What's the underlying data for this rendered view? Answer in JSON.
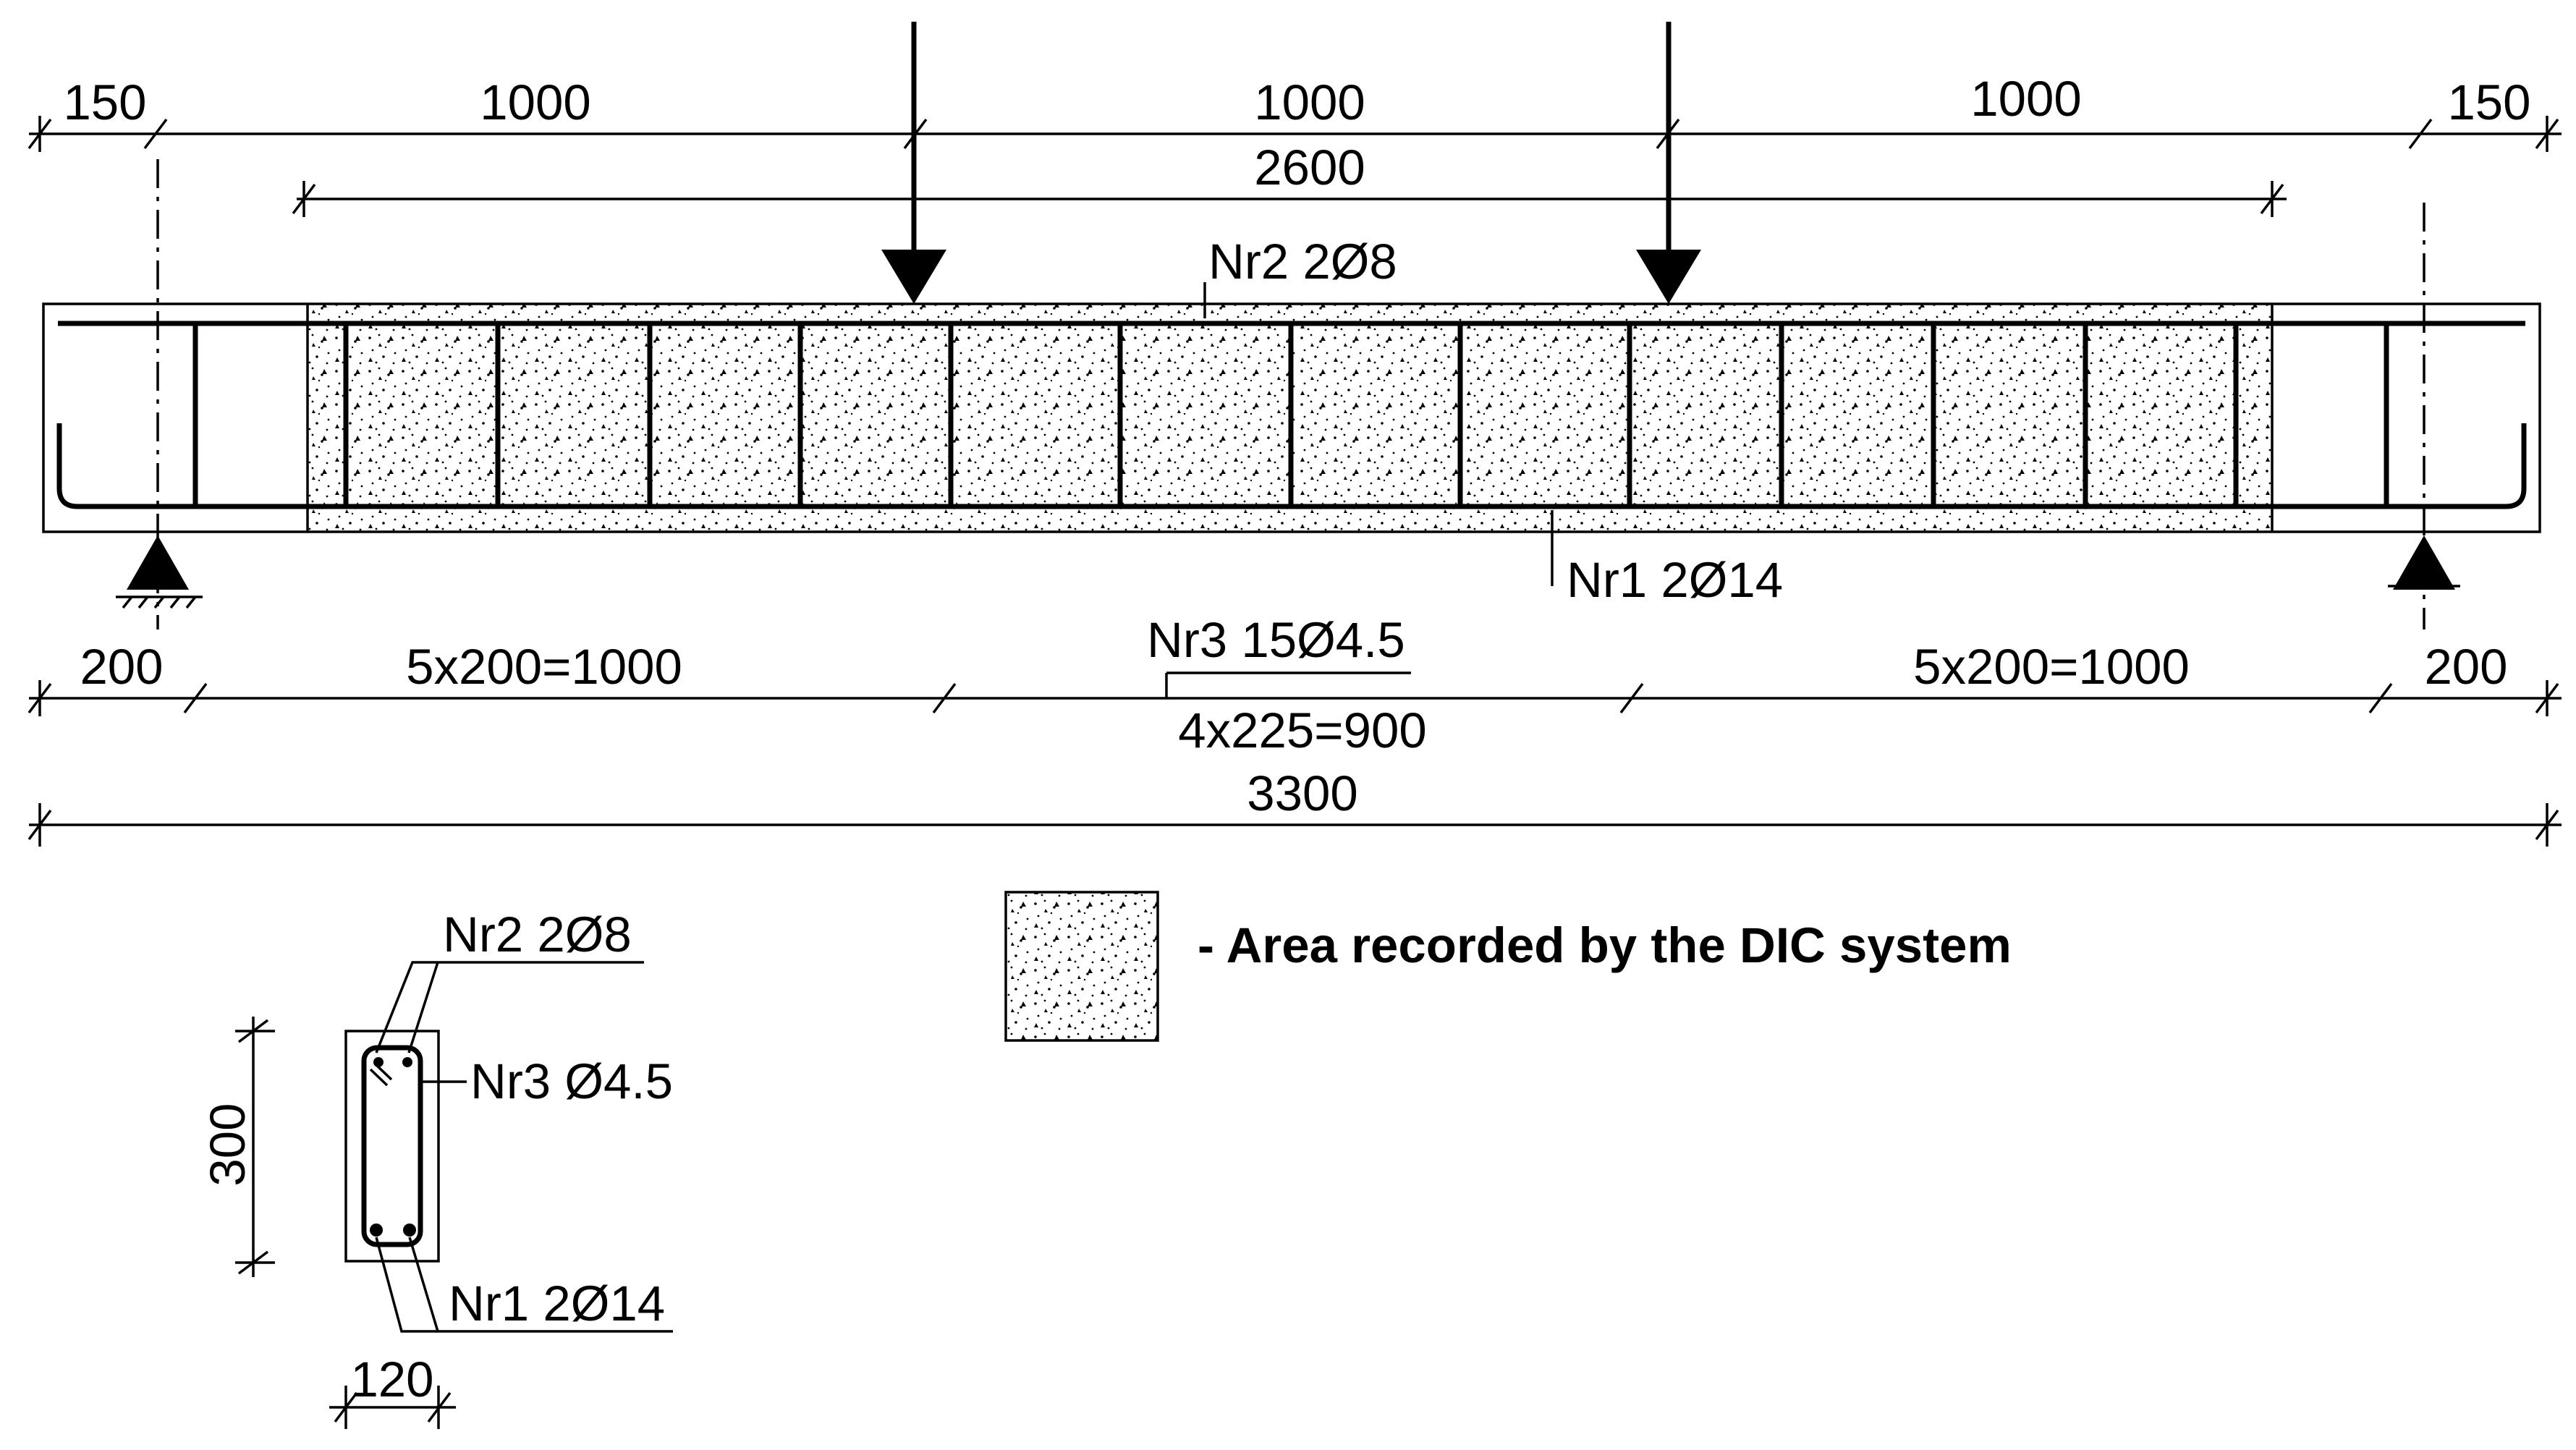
{
  "dimensions": {
    "top_150_left": "150",
    "top_1000_a": "1000",
    "top_1000_b": "1000",
    "top_1000_c": "1000",
    "top_150_right": "150",
    "span_2600": "2600",
    "bottom_200_left": "200",
    "stirrups_left": "5x200=1000",
    "stirrups_mid": "4x225=900",
    "stirrups_right": "5x200=1000",
    "bottom_200_right": "200",
    "total_3300": "3300",
    "section_height": "300",
    "section_width": "120"
  },
  "labels": {
    "nr2_top": "Nr2 2Ø8",
    "nr1_bottom": "Nr1 2Ø14",
    "nr3_stirrups": "Nr3 15Ø4.5",
    "section_nr2": "Nr2 2Ø8",
    "section_nr3": "Nr3 Ø4.5",
    "section_nr1": "Nr1 2Ø14"
  },
  "legend": {
    "text": "- Area recorded by the DIC system"
  }
}
